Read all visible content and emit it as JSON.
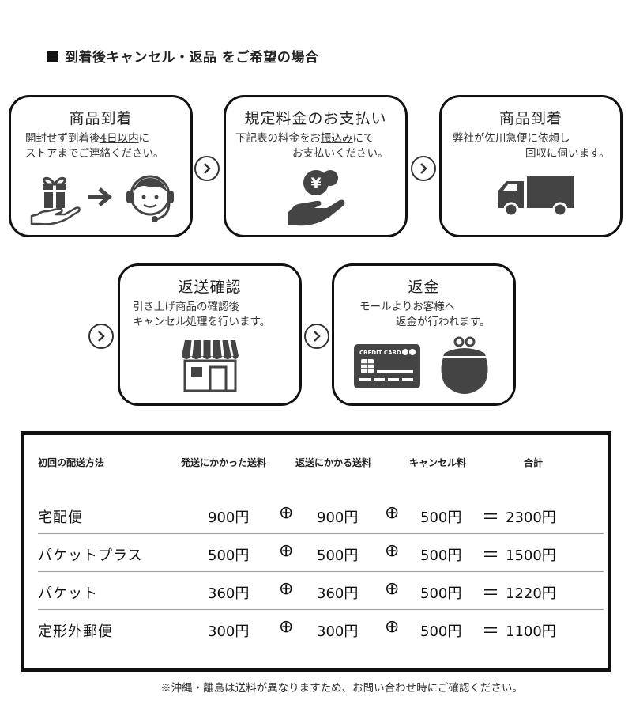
{
  "title": "到着後キャンセル・返品 をご希望の場合",
  "steps": [
    {
      "title": "商品到着",
      "desc_line1_pre": "開封せず到着後",
      "desc_line1_ul": "4日以内",
      "desc_line1_post": "に",
      "desc_line2": "ストアまでご連絡ください。"
    },
    {
      "title": "規定料金のお支払い",
      "desc_line1_pre": "下記表の料金をお",
      "desc_line1_ul": "振込み",
      "desc_line1_post": "にて",
      "desc_line2": "お支払いください。"
    },
    {
      "title": "商品到着",
      "desc_line1": "弊社が佐川急便に依頼し",
      "desc_line2": "回収に伺います。"
    },
    {
      "title": "返送確認",
      "desc_line1": "引き上げ商品の確認後",
      "desc_line2": "キャンセル処理を行います。"
    },
    {
      "title": "返金",
      "desc_line1": "モールよりお客様へ",
      "desc_line2": "返金が行われます。"
    }
  ],
  "icons": {
    "yen": "¥",
    "card_label": "CREDIT CARD"
  },
  "table": {
    "headers": [
      "初回の配送方法",
      "発送にかかった送料",
      "返送にかかる送料",
      "キャンセル料",
      "合計"
    ],
    "plus": "⊕",
    "equals": "＝",
    "rows": [
      {
        "method": "宅配便",
        "ship": "900円",
        "return": "900円",
        "cancel": "500円",
        "total": "2300円"
      },
      {
        "method": "パケットプラス",
        "ship": "500円",
        "return": "500円",
        "cancel": "500円",
        "total": "1500円"
      },
      {
        "method": "パケット",
        "ship": "360円",
        "return": "360円",
        "cancel": "500円",
        "total": "1220円"
      },
      {
        "method": "定形外郵便",
        "ship": "300円",
        "return": "300円",
        "cancel": "500円",
        "total": "1100円"
      }
    ]
  },
  "note": "※沖縄・離島は送料が異なりますため、お問い合わせ時にご確認ください。"
}
